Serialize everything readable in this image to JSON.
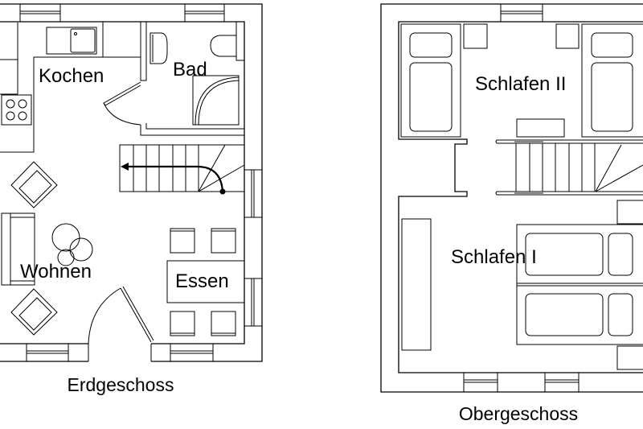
{
  "floors": [
    {
      "caption": "Erdgeschoss",
      "rooms": {
        "kitchen": "Kochen",
        "bath": "Bad",
        "living": "Wohnen",
        "dining": "Essen"
      }
    },
    {
      "caption": "Obergeschoss",
      "rooms": {
        "bedroom2": "Schlafen II",
        "bedroom1": "Schlafen I"
      }
    }
  ]
}
